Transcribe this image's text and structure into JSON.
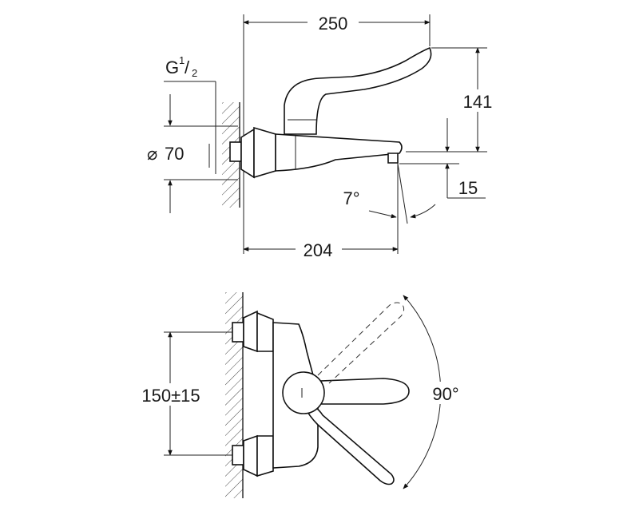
{
  "dimensions": {
    "total_length": "250",
    "height": "141",
    "thread": {
      "base": "G",
      "num": "1",
      "den": "2"
    },
    "diameter": "70",
    "diameter_symbol": "⌀",
    "angle_spout": "7°",
    "spout_drop": "15",
    "spout_reach": "204",
    "center_distance": "150±15",
    "lever_swing": "90°"
  },
  "colors": {
    "line": "#111111",
    "background": "#ffffff"
  }
}
